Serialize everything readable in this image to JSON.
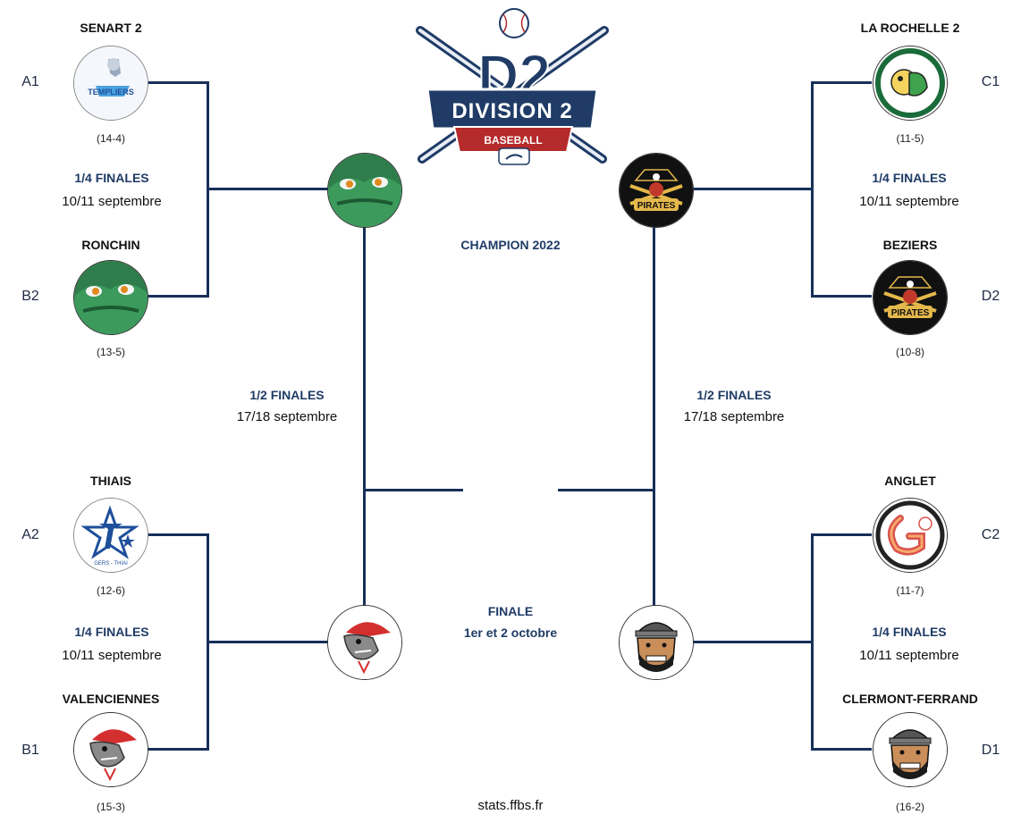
{
  "header": {
    "logo_d2": "D2",
    "logo_division": "DIVISION 2",
    "logo_sport": "BASEBALL"
  },
  "champion_label": "CHAMPION 2022",
  "final": {
    "label": "FINALE",
    "date": "1er et 2 octobre"
  },
  "footer": "stats.ffbs.fr",
  "rounds": {
    "quarter_label": "1/4 FINALES",
    "quarter_date": "10/11 septembre",
    "semi_label": "1/2 FINALES",
    "semi_date": "17/18 septembre"
  },
  "teams": {
    "senart": {
      "name": "SENART 2",
      "seed": "A1",
      "record": "(14-4)",
      "logo_text": "TEMPLIERS"
    },
    "ronchin": {
      "name": "RONCHIN",
      "seed": "B2",
      "record": "(13-5)"
    },
    "thiais": {
      "name": "THIAIS",
      "seed": "A2",
      "record": "(12-6)",
      "logo_text": "GERS - THIAI"
    },
    "valenciennes": {
      "name": "VALENCIENNES",
      "seed": "B1",
      "record": "(15-3)"
    },
    "larochelle": {
      "name": "LA ROCHELLE 2",
      "seed": "C1",
      "record": "(11-5)"
    },
    "beziers": {
      "name": "BEZIERS",
      "seed": "D2",
      "record": "(10-8)",
      "logo_text": "PIRATES"
    },
    "anglet": {
      "name": "ANGLET",
      "seed": "C2",
      "record": "(11-7)"
    },
    "clermont": {
      "name": "CLERMONT-FERRAND",
      "seed": "D1",
      "record": "(16-2)"
    }
  },
  "colors": {
    "bracket": "#17305a",
    "navy": "#1f3b66",
    "red": "#b52a2a"
  }
}
